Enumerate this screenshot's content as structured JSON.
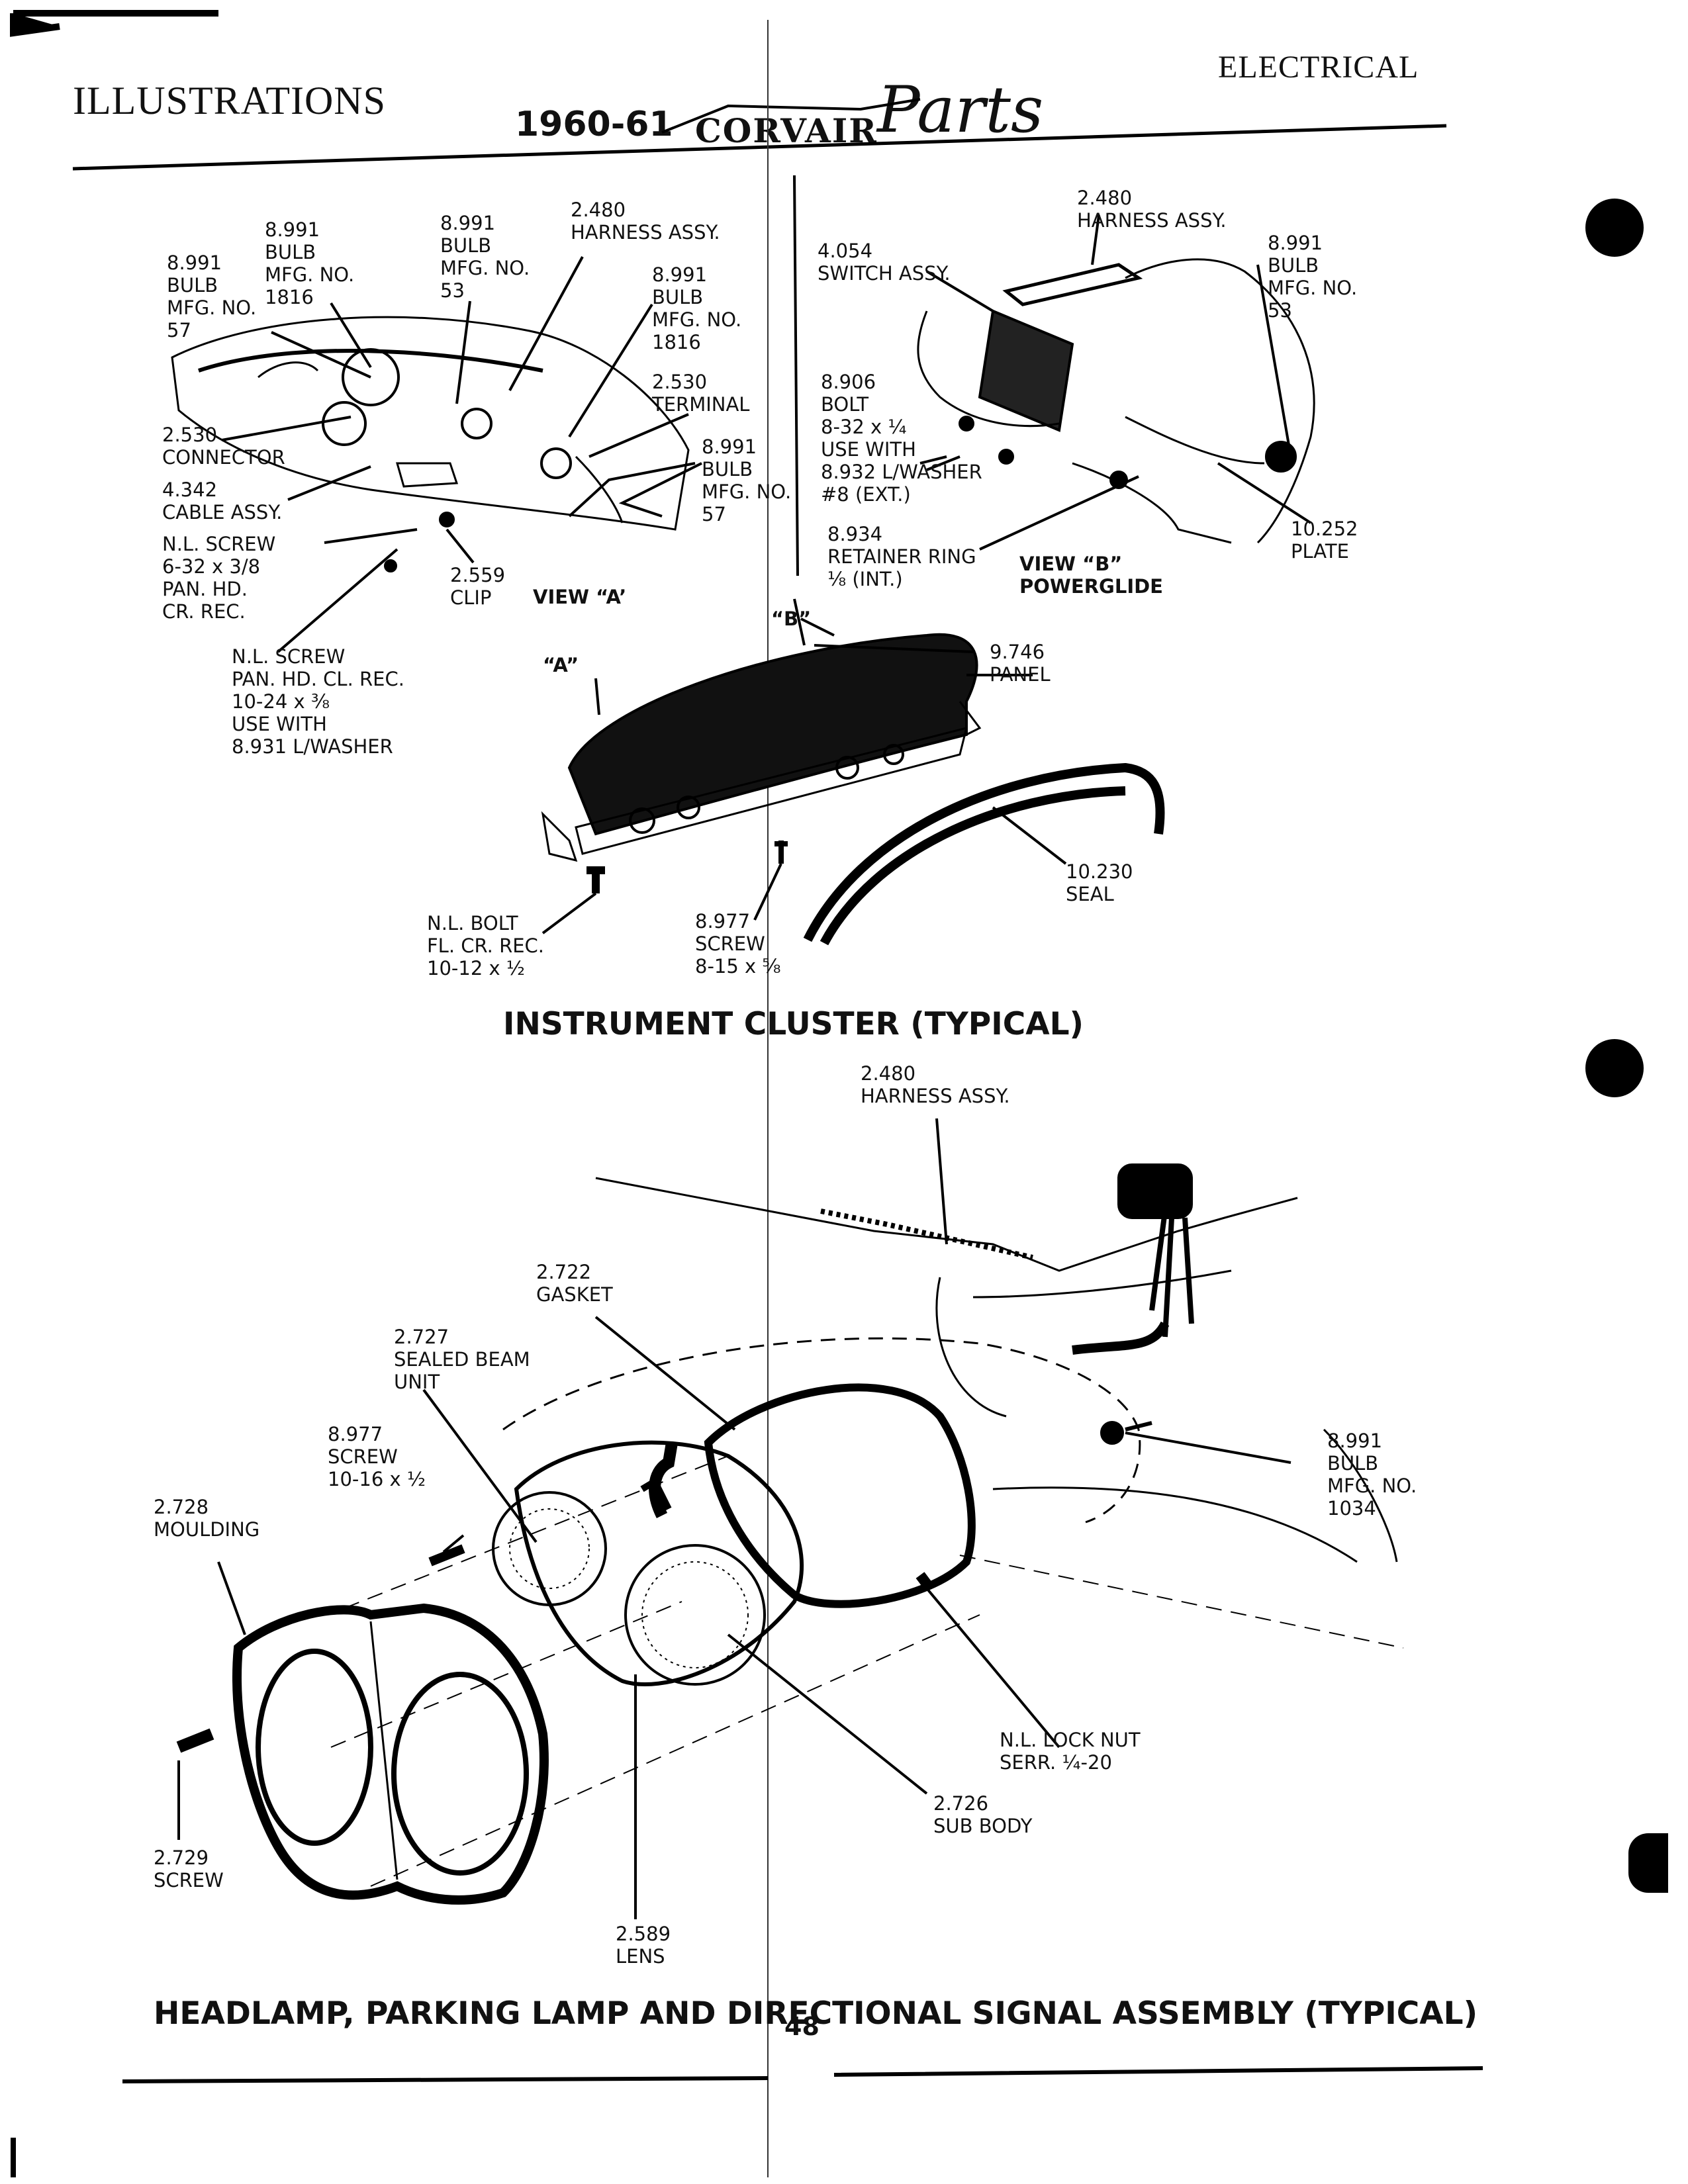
{
  "header": {
    "left": "ILLUSTRATIONS",
    "right": "ELECTRICAL",
    "year": "1960-61",
    "brand": "CORVAIR",
    "script": "Parts"
  },
  "page_number": "48",
  "captions": {
    "instrument": "INSTRUMENT CLUSTER (TYPICAL)",
    "headlamp": "HEADLAMP, PARKING LAMP AND DIRECTIONAL SIGNAL ASSEMBLY (TYPICAL)"
  },
  "views": {
    "a": "VIEW “A’",
    "b": "VIEW “B”\nPOWERGLIDE",
    "a_marker": "“A”",
    "b_marker": "“B”"
  },
  "labels": {
    "bulb57": "8.991\nBULB\nMFG. NO.\n57",
    "bulb1816a": "8.991\nBULB\nMFG. NO.\n1816",
    "bulb53a": "8.991\nBULB\nMFG. NO.\n53",
    "harnessA": "2.480\nHARNESS ASSY.",
    "bulb1816b": "8.991\nBULB\nMFG. NO.\n1816",
    "terminal": "2.530\nTERMINAL",
    "connector": "2.530\nCONNECTOR",
    "bulb57b": "8.991\nBULB\nMFG. NO.\n57",
    "cable": "4.342\nCABLE ASSY.",
    "nlscrew1": "N.L. SCREW\n6-32 x 3/8\nPAN. HD.\nCR. REC.",
    "clip": "2.559\nCLIP",
    "nlscrew2": "N.L. SCREW\nPAN. HD. CL. REC.\n10-24 x ⅜\nUSE WITH\n8.931 L/WASHER",
    "harnessB": "2.480\nHARNESS ASSY.",
    "switch": "4.054\nSWITCH ASSY.",
    "bulb53b": "8.991\nBULB\nMFG. NO.\n53",
    "bolt": "8.906\nBOLT\n8-32 x ¼\nUSE WITH\n8.932 L/WASHER\n#8 (EXT.)",
    "retainer": "8.934\nRETAINER RING\n⅛ (INT.)",
    "plate": "10.252\nPLATE",
    "panel": "9.746\nPANEL",
    "seal": "10.230\nSEAL",
    "nlbolt": "N.L. BOLT\nFL. CR. REC.\n10-12 x ½",
    "screw8977a": "8.977\nSCREW\n8-15 x ⅝",
    "harnessC": "2.480\nHARNESS ASSY.",
    "gasket": "2.722\nGASKET",
    "sealedbeam": "2.727\nSEALED BEAM\nUNIT",
    "screw8977b": "8.977\nSCREW\n10-16 x ½",
    "moulding": "2.728\nMOULDING",
    "bulb1034": "8.991\nBULB\nMFG. NO.\n1034",
    "locknut": "N.L. LOCK NUT\nSERR. ¼-20",
    "subbody": "2.726\nSUB BODY",
    "screw2729": "2.729\nSCREW",
    "lens": "2.589\nLENS"
  }
}
